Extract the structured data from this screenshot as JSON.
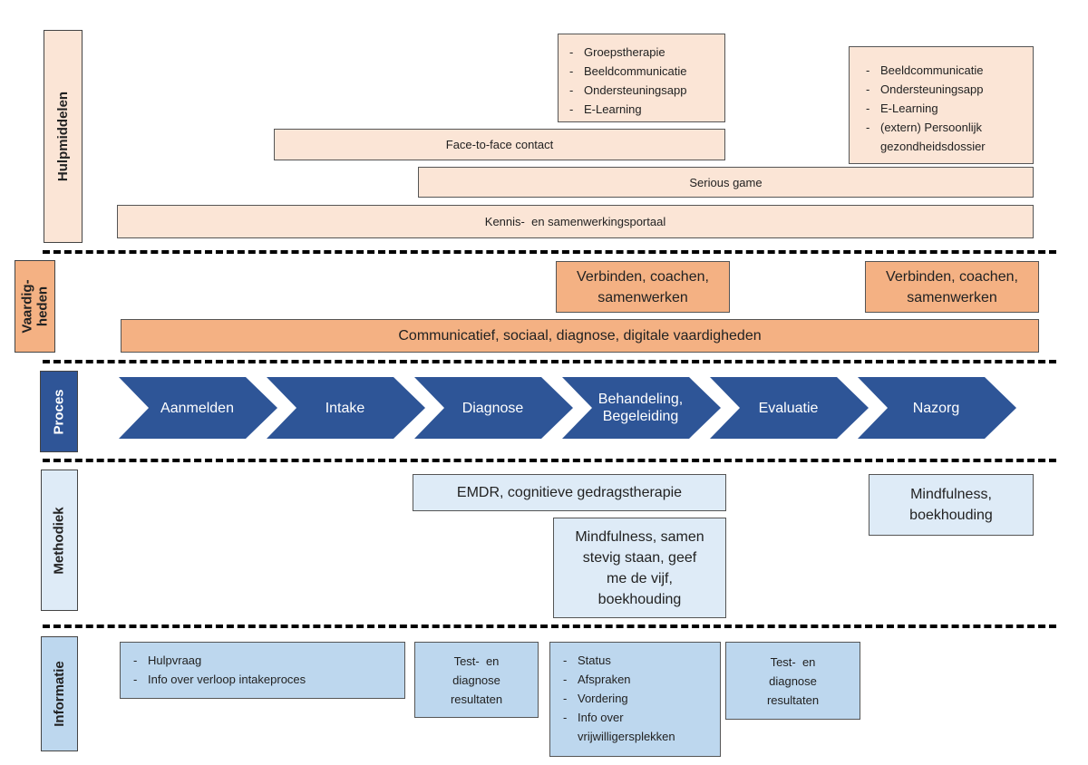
{
  "rows": {
    "hulpmiddelen": "Hulpmiddelen",
    "vaardigheden": [
      "Vaardig-",
      "heden"
    ],
    "proces": "Proces",
    "methodiek": "Methodiek",
    "informatie": "Informatie"
  },
  "hulpmiddelen": {
    "list1": [
      "Groepstherapie",
      "Beeldcommunicatie",
      "Ondersteuningsapp",
      "E-Learning"
    ],
    "list2": [
      "Beeldcommunicatie",
      "Ondersteuningsapp",
      "E-Learning",
      "(extern) Persoonlijk gezondheidsdossier"
    ],
    "face_to_face": "Face-to-face contact",
    "serious_game": "Serious game",
    "portaal": "Kennis-  en samenwerkingsportaal"
  },
  "vaardigheden": {
    "box1": [
      "Verbinden, coachen,",
      "samenwerken"
    ],
    "box2": [
      "Verbinden, coachen,",
      "samenwerken"
    ],
    "wide": "Communicatief, sociaal, diagnose, digitale vaardigheden"
  },
  "proces": {
    "steps": [
      [
        "Aanmelden"
      ],
      [
        "Intake"
      ],
      [
        "Diagnose"
      ],
      [
        "Behandeling,",
        "Begeleiding"
      ],
      [
        "Evaluatie"
      ],
      [
        "Nazorg"
      ]
    ]
  },
  "methodiek": {
    "emdr": "EMDR, cognitieve gedragstherapie",
    "mindful1": [
      "Mindfulness,",
      "boekhouding"
    ],
    "mindful2": [
      "Mindfulness, samen",
      "stevig staan, geef",
      "me de vijf,",
      "boekhouding"
    ]
  },
  "informatie": {
    "list1": [
      "Hulpvraag",
      "Info over verloop intakeproces"
    ],
    "test1": [
      "Test-  en",
      "diagnose",
      "resultaten"
    ],
    "list2": [
      "Status",
      "Afspraken",
      "Vordering",
      "Info over vrijwilligersplekken"
    ],
    "test2": [
      "Test-  en",
      "diagnose",
      "resultaten"
    ]
  },
  "colors": {
    "peach": "#fbe5d6",
    "salmon": "#f4b183",
    "light_blue": "#deebf7",
    "blue": "#bdd7ee",
    "navy": "#2f5597",
    "chevron": "#2e5597"
  }
}
